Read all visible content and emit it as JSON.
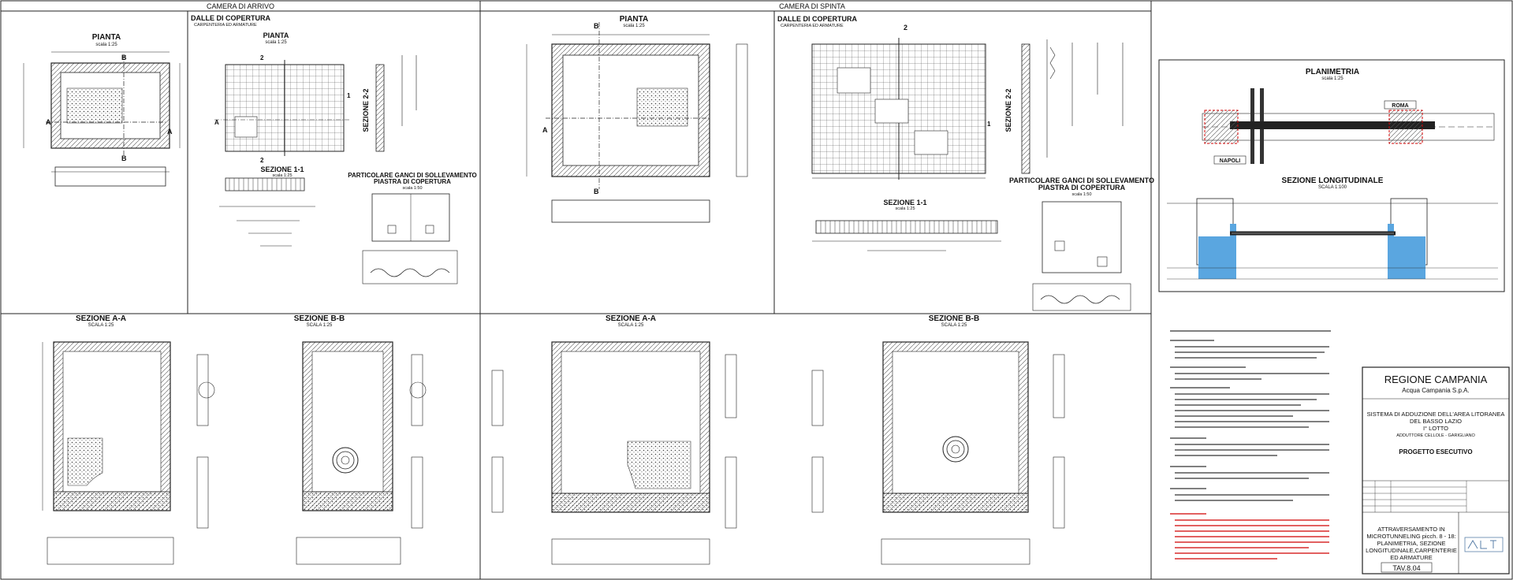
{
  "headers": {
    "arrivo": "CAMERA DI ARRIVO",
    "spinta": "CAMERA DI SPINTA"
  },
  "views": {
    "pianta": "PIANTA",
    "scala_125": "scala 1:25",
    "scala_125_upper": "SCALA 1:25",
    "dalle": "DALLE DI COPERTURA",
    "dalle_sub": "CARPENTERIA ED ARMATURE",
    "sezione_11": "SEZIONE 1-1",
    "sezione_22": "SEZIONE 2-2",
    "particolare_1": "PARTICOLARE GANCI DI SOLLEVAMENTO",
    "particolare_2": "PIASTRA DI COPERTURA",
    "scala_150": "scala 1:50",
    "sezione_aa": "SEZIONE A-A",
    "sezione_bb": "SEZIONE B-B",
    "planimetria": "PLANIMETRIA",
    "sezione_long": "SEZIONE LONGITUDINALE",
    "scala_1100": "SCALA 1:100",
    "roma": "ROMA",
    "napoli": "NAPOLI",
    "cut_a": "A",
    "cut_b": "B",
    "cut_1": "1",
    "cut_2": "2"
  },
  "titleblock": {
    "region": "REGIONE CAMPANIA",
    "company": "Acqua Campania S.p.A.",
    "system_1": "SISTEMA DI ADDUZIONE DELL'AREA LITORANEA",
    "system_2": "DEL BASSO LAZIO",
    "lotto": "I° LOTTO",
    "adduttore": "ADDUTTORE CELLOLE - GARIGLIANO",
    "progetto": "PROGETTO ESECUTIVO",
    "desc_1": "ATTRAVERSAMENTO IN",
    "desc_2": "MICROTUNNELING picch. 8 - 18:",
    "desc_3": "PLANIMETRIA, SEZIONE",
    "desc_4": "LONGITUDINALE,CARPENTERIE",
    "desc_5": "ED ARMATURE",
    "tav": "TAV.8.04"
  },
  "colors": {
    "line": "#222222",
    "water": "#5aa6e0",
    "note_red": "#d00000",
    "rebar": "#333333"
  }
}
